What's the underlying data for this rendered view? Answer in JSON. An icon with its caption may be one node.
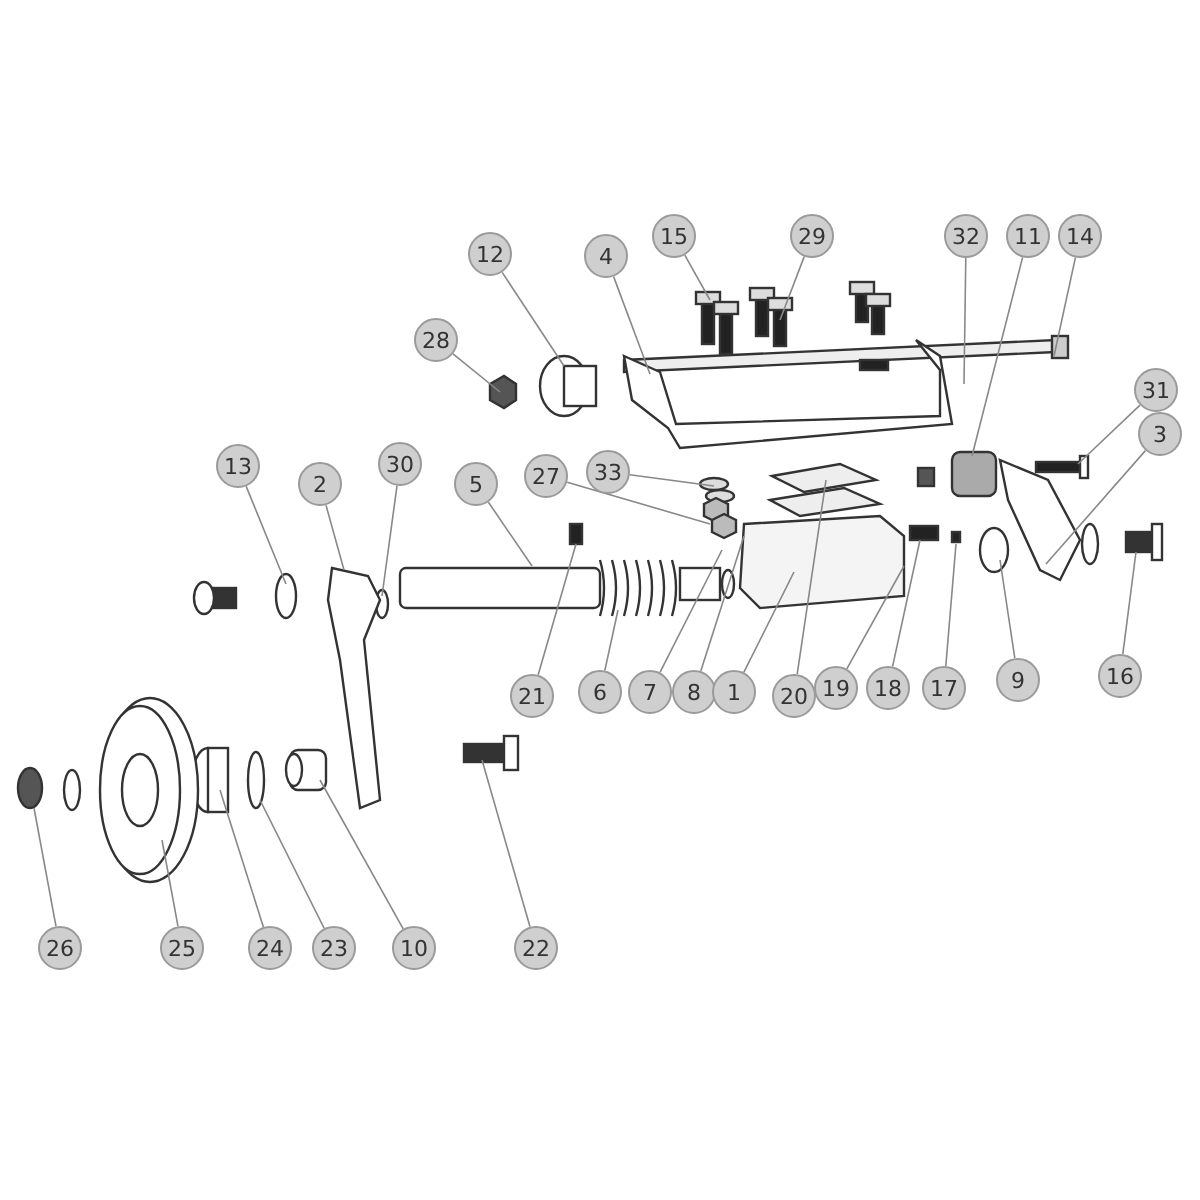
{
  "diagram": {
    "nodes": [
      {
        "text": [
          "12"
        ]
      },
      {
        "text": [
          "4"
        ]
      },
      {
        "text": [
          "15"
        ]
      },
      {
        "text": [
          "29"
        ]
      },
      {
        "text": [
          "32"
        ]
      },
      {
        "text": [
          "11"
        ]
      },
      {
        "text": [
          "14"
        ]
      },
      {
        "text": [
          "28"
        ]
      },
      {
        "text": [
          "31"
        ]
      },
      {
        "text": [
          "3"
        ]
      },
      {
        "text": [
          "13"
        ]
      },
      {
        "text": [
          "2"
        ]
      },
      {
        "text": [
          "30"
        ]
      },
      {
        "text": [
          "5"
        ]
      },
      {
        "text": [
          "27"
        ]
      },
      {
        "text": [
          "33"
        ]
      },
      {
        "text": [
          "21"
        ]
      },
      {
        "text": [
          "6"
        ]
      },
      {
        "text": [
          "7"
        ]
      },
      {
        "text": [
          "8"
        ]
      },
      {
        "text": [
          "1"
        ]
      },
      {
        "text": [
          "20"
        ]
      },
      {
        "text": [
          "19"
        ]
      },
      {
        "text": [
          "18"
        ]
      },
      {
        "text": [
          "17"
        ]
      },
      {
        "text": [
          "9"
        ]
      },
      {
        "text": [
          "16"
        ]
      },
      {
        "text": [
          "26"
        ]
      },
      {
        "text": [
          "25"
        ]
      },
      {
        "text": [
          "24"
        ]
      },
      {
        "text": [
          "23"
        ]
      },
      {
        "text": [
          "10"
        ]
      },
      {
        "text": [
          "22"
        ]
      }
    ],
    "edges": [
      {
        "from": 0,
        "to": null,
        "arrow": "none"
      },
      {
        "from": 1,
        "to": null,
        "arrow": "none"
      },
      {
        "from": 2,
        "to": null,
        "arrow": "none"
      },
      {
        "from": 3,
        "to": null,
        "arrow": "none"
      },
      {
        "from": 4,
        "to": null,
        "arrow": "none"
      },
      {
        "from": 5,
        "to": null,
        "arrow": "none"
      },
      {
        "from": 6,
        "to": null,
        "arrow": "none"
      },
      {
        "from": 7,
        "to": null,
        "arrow": "none"
      },
      {
        "from": 8,
        "to": null,
        "arrow": "none"
      },
      {
        "from": 9,
        "to": null,
        "arrow": "none"
      },
      {
        "from": 10,
        "to": null,
        "arrow": "none"
      },
      {
        "from": 11,
        "to": null,
        "arrow": "none"
      },
      {
        "from": 12,
        "to": null,
        "arrow": "none"
      },
      {
        "from": 13,
        "to": null,
        "arrow": "none"
      },
      {
        "from": 14,
        "to": null,
        "arrow": "none"
      },
      {
        "from": 15,
        "to": null,
        "arrow": "none"
      },
      {
        "from": 16,
        "to": null,
        "arrow": "none"
      },
      {
        "from": 17,
        "to": null,
        "arrow": "none"
      },
      {
        "from": 18,
        "to": null,
        "arrow": "none"
      },
      {
        "from": 19,
        "to": null,
        "arrow": "none"
      },
      {
        "from": 20,
        "to": null,
        "arrow": "none"
      },
      {
        "from": 21,
        "to": null,
        "arrow": "none"
      },
      {
        "from": 22,
        "to": null,
        "arrow": "none"
      },
      {
        "from": 23,
        "to": null,
        "arrow": "none"
      },
      {
        "from": 24,
        "to": null,
        "arrow": "none"
      },
      {
        "from": 25,
        "to": null,
        "arrow": "none"
      },
      {
        "from": 26,
        "to": null,
        "arrow": "none"
      },
      {
        "from": 27,
        "to": null,
        "arrow": "none"
      },
      {
        "from": 28,
        "to": null,
        "arrow": "none"
      },
      {
        "from": 29,
        "to": null,
        "arrow": "none"
      },
      {
        "from": 30,
        "to": null,
        "arrow": "none"
      },
      {
        "from": 31,
        "to": null,
        "arrow": "none"
      },
      {
        "from": 32,
        "to": null,
        "arrow": "none"
      }
    ]
  }
}
